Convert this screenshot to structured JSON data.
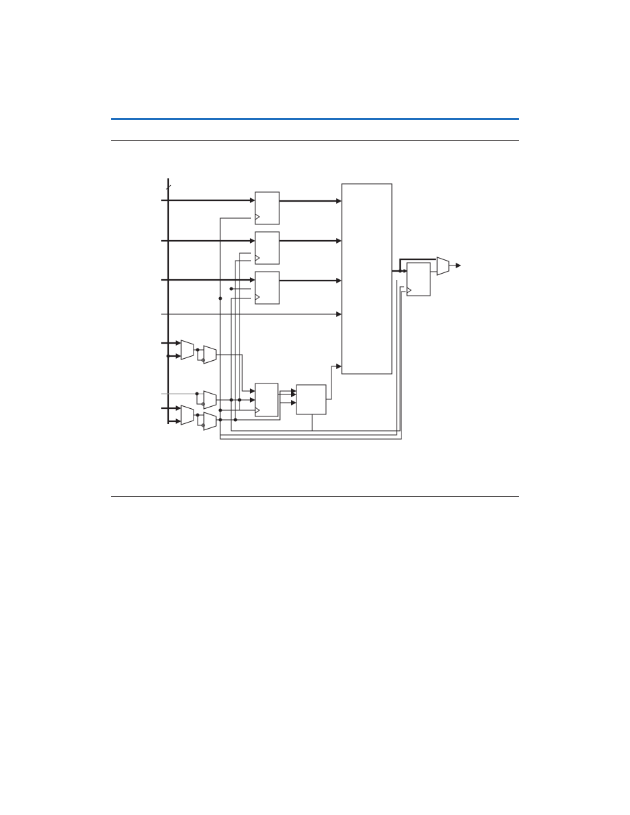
{
  "page": {
    "accent_color": "#1f6fbf",
    "line_color": "#231f20"
  },
  "diagram": {
    "description_text": "",
    "blocks": [
      "register",
      "register",
      "register",
      "adder-block",
      "register",
      "small-block",
      "output-register",
      "output-mux"
    ]
  }
}
